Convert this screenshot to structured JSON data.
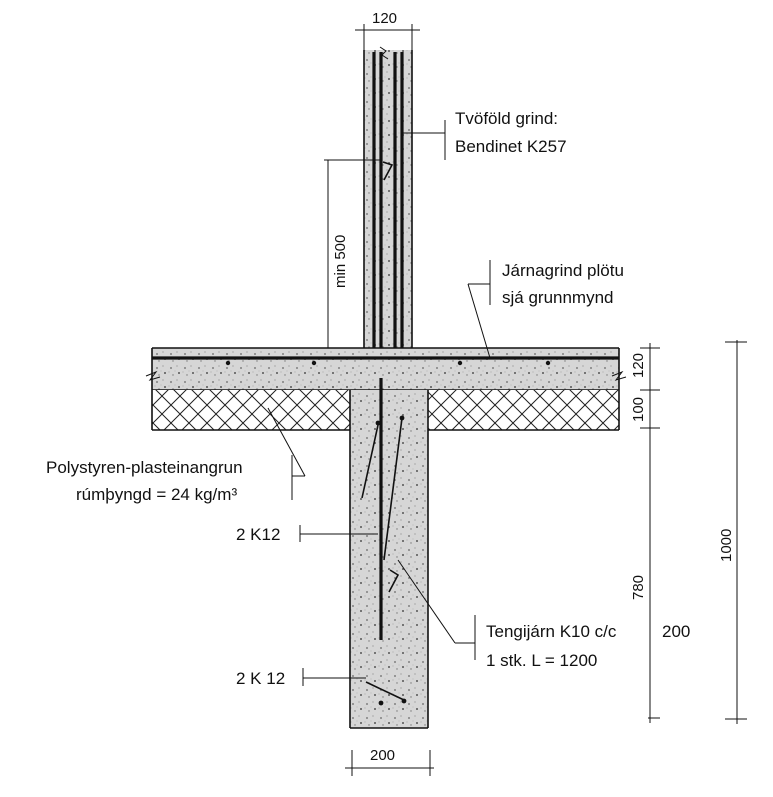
{
  "dimensions": {
    "wall_width": "120",
    "min_lap": "min 500",
    "slab_thickness": "120",
    "insulation_thickness": "100",
    "footing_depth": "780",
    "total_depth": "1000",
    "footing_bottom": "200",
    "footing_width": "200"
  },
  "labels": {
    "double_mesh_line1": "Tvöföld grind:",
    "double_mesh_line2": "Bendinet K257",
    "slab_mesh_line1": "Járnagrind plötu",
    "slab_mesh_line2": "sjá grunnmynd",
    "insulation_line1": "Polystyren-plasteinangrun",
    "insulation_line2": "rúmþyngd = 24 kg/m³",
    "bars_top": "2 K12",
    "bars_bottom": "2 K 12",
    "tie_bars_line1": "Tengijárn K10 c/c",
    "tie_bars_line2": "1 stk. L = 1200"
  }
}
